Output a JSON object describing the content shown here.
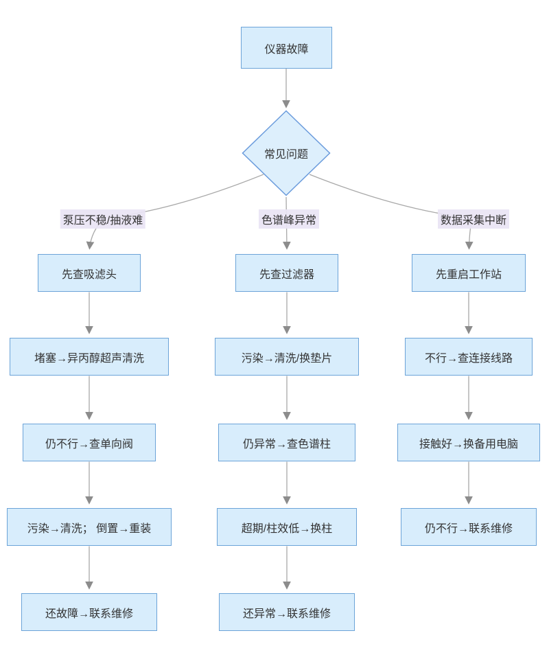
{
  "diagram": {
    "title_node": "仪器故障",
    "decision_node": "常见问题",
    "branches": [
      {
        "edge_label": "泵压不稳/抽液难",
        "steps": [
          "先查吸滤头",
          "堵塞→异丙醇超声清洗",
          "仍不行→查单向阀",
          "污染→清洗； 倒置→重装",
          "还故障→联系维修"
        ]
      },
      {
        "edge_label": "色谱峰异常",
        "steps": [
          "先查过滤器",
          "污染→清洗/换垫片",
          "仍异常→查色谱柱",
          "超期/柱效低→换柱",
          "还异常→联系维修"
        ]
      },
      {
        "edge_label": "数据采集中断",
        "steps": [
          "先重启工作站",
          "不行→查连接线路",
          "接触好→换备用电脑",
          "仍不行→联系维修"
        ]
      }
    ],
    "colors": {
      "node_fill": "#d8edfc",
      "node_border": "#6ba3d8",
      "edge_line": "#a8a8a8",
      "arrowhead": "#8c8c8c",
      "edge_label_bg": "#e9e4f4",
      "text": "#333333"
    }
  }
}
